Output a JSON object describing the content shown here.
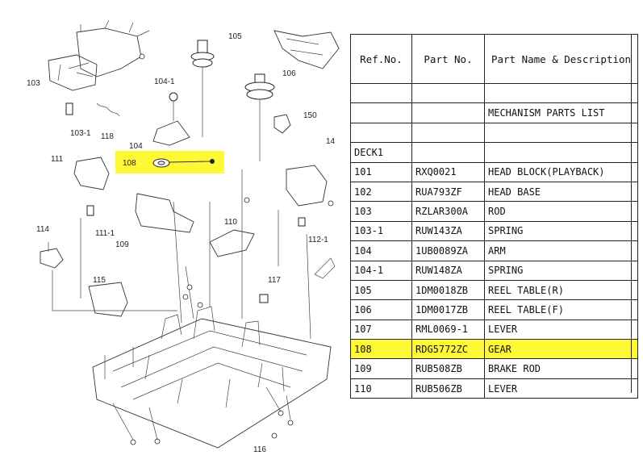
{
  "diagram": {
    "callouts": [
      "105",
      "106",
      "103",
      "104-1",
      "103-1",
      "118",
      "150",
      "104",
      "108",
      "14",
      "111",
      "111-1",
      "110",
      "109",
      "112-1",
      "114",
      "115",
      "117",
      "116"
    ],
    "highlight_color": "#fff836"
  },
  "table": {
    "headers": {
      "ref": "Ref.No.",
      "part": "Part No.",
      "name": "Part Name & Description"
    },
    "section_title": "MECHANISM PARTS LIST",
    "group": "DECK1",
    "rows": [
      {
        "ref": "101",
        "part": "RXQ0021",
        "name": "HEAD BLOCK(PLAYBACK)"
      },
      {
        "ref": "102",
        "part": "RUA793ZF",
        "name": "HEAD BASE"
      },
      {
        "ref": "103",
        "part": "RZLAR300A",
        "name": "ROD"
      },
      {
        "ref": "103-1",
        "part": "RUW143ZA",
        "name": "SPRING"
      },
      {
        "ref": "104",
        "part": "1UB0089ZA",
        "name": "ARM"
      },
      {
        "ref": "104-1",
        "part": "RUW148ZA",
        "name": "SPRING"
      },
      {
        "ref": "105",
        "part": "1DM0018ZB",
        "name": "REEL TABLE(R)"
      },
      {
        "ref": "106",
        "part": "1DM0017ZB",
        "name": "REEL TABLE(F)"
      },
      {
        "ref": "107",
        "part": "RML0069-1",
        "name": "LEVER"
      },
      {
        "ref": "108",
        "part": "RDG5772ZC",
        "name": "GEAR",
        "highlighted": true
      },
      {
        "ref": "109",
        "part": "RUB508ZB",
        "name": "BRAKE ROD"
      },
      {
        "ref": "110",
        "part": "RUB506ZB",
        "name": "LEVER"
      }
    ]
  }
}
